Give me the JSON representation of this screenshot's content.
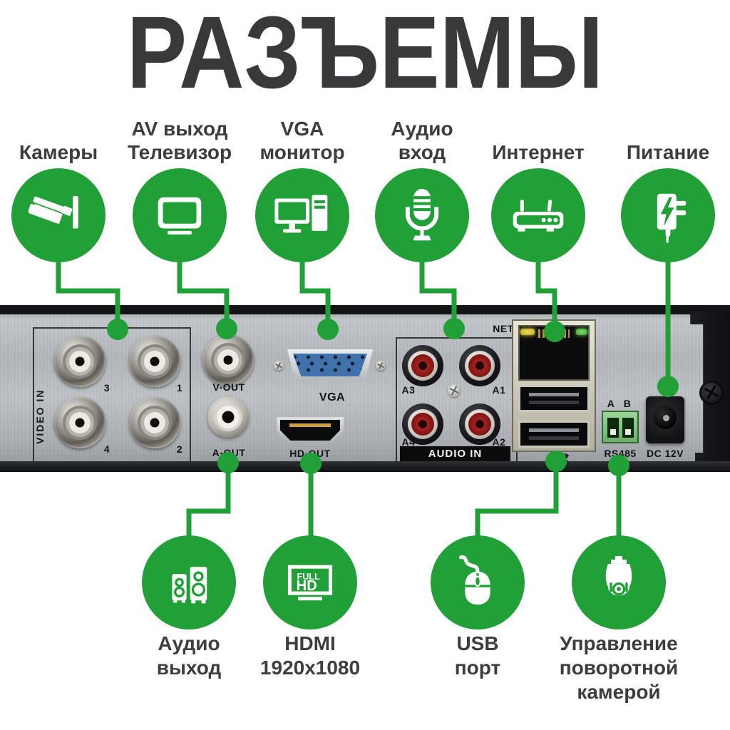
{
  "title": "РАЗЪЕМЫ",
  "colors": {
    "accent_green": "#21a038",
    "title_text": "#39393b",
    "label_text": "#3d3d3f",
    "panel_metal": "#b4b8bc",
    "vga_blue": "#4272ab",
    "rca_red": "#a62521",
    "led_yellow": "#e6d83e",
    "led_green": "#63c951"
  },
  "top_items": [
    {
      "id": "cameras",
      "icon": "cctv-camera-icon",
      "lines": [
        "Камеры"
      ]
    },
    {
      "id": "av-out",
      "icon": "tv-icon",
      "lines": [
        "AV выход",
        "Телевизор"
      ]
    },
    {
      "id": "vga-monitor",
      "icon": "monitor-pc-icon",
      "lines": [
        "VGA",
        "монитор"
      ]
    },
    {
      "id": "audio-in",
      "icon": "microphone-icon",
      "lines": [
        "Аудио",
        "вход"
      ]
    },
    {
      "id": "internet",
      "icon": "router-icon",
      "lines": [
        "Интернет"
      ]
    },
    {
      "id": "power",
      "icon": "power-adapter-icon",
      "lines": [
        "Питание"
      ]
    }
  ],
  "bottom_items": [
    {
      "id": "audio-out",
      "icon": "speakers-icon",
      "lines": [
        "Аудио",
        "выход"
      ]
    },
    {
      "id": "hdmi",
      "icon": "full-hd-icon",
      "icon_text": [
        "FULL",
        "HD"
      ],
      "lines": [
        "HDMI",
        "1920x1080"
      ]
    },
    {
      "id": "usb",
      "icon": "mouse-icon",
      "lines": [
        "USB",
        "порт"
      ]
    },
    {
      "id": "ptz",
      "icon": "ptz-camera-icon",
      "lines": [
        "Управление",
        "поворотной",
        "камерой"
      ]
    }
  ],
  "panel": {
    "video_in": "VIDEO IN",
    "bnc_numbers": [
      "3",
      "1",
      "4",
      "2"
    ],
    "v_out": "V-OUT",
    "a_out": "A-OUT",
    "vga": "VGA",
    "hd_out": "HD-OUT",
    "net": "NET",
    "audio_in": "AUDIO IN",
    "rca_numbers": [
      "A3",
      "A1",
      "A4",
      "A2"
    ],
    "rs485_a": "A",
    "rs485_b": "B",
    "rs485": "RS485",
    "dc_12v": "DC 12V"
  }
}
